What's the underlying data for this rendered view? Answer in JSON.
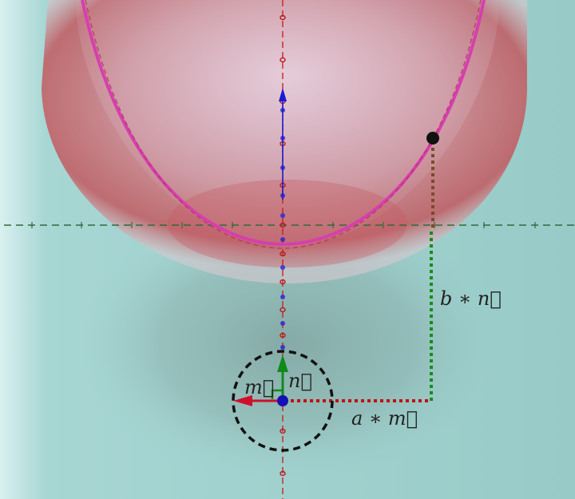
{
  "labels": {
    "m_vec": "m⃗",
    "n_vec": "n⃗",
    "a_times_m": "a ∗ m⃗",
    "b_times_n": "b ∗ n⃗"
  },
  "colors": {
    "background": "#9fcfcc",
    "parabola": "#d63fae",
    "surface": "#c45a62",
    "m_vector": "#d0102a",
    "n_vector": "#0f8a1a",
    "axis_vector": "#1a1ad0",
    "a_component": "#c01010",
    "b_component": "#1a8a1a",
    "point": "#111111",
    "circle": "#111111"
  }
}
